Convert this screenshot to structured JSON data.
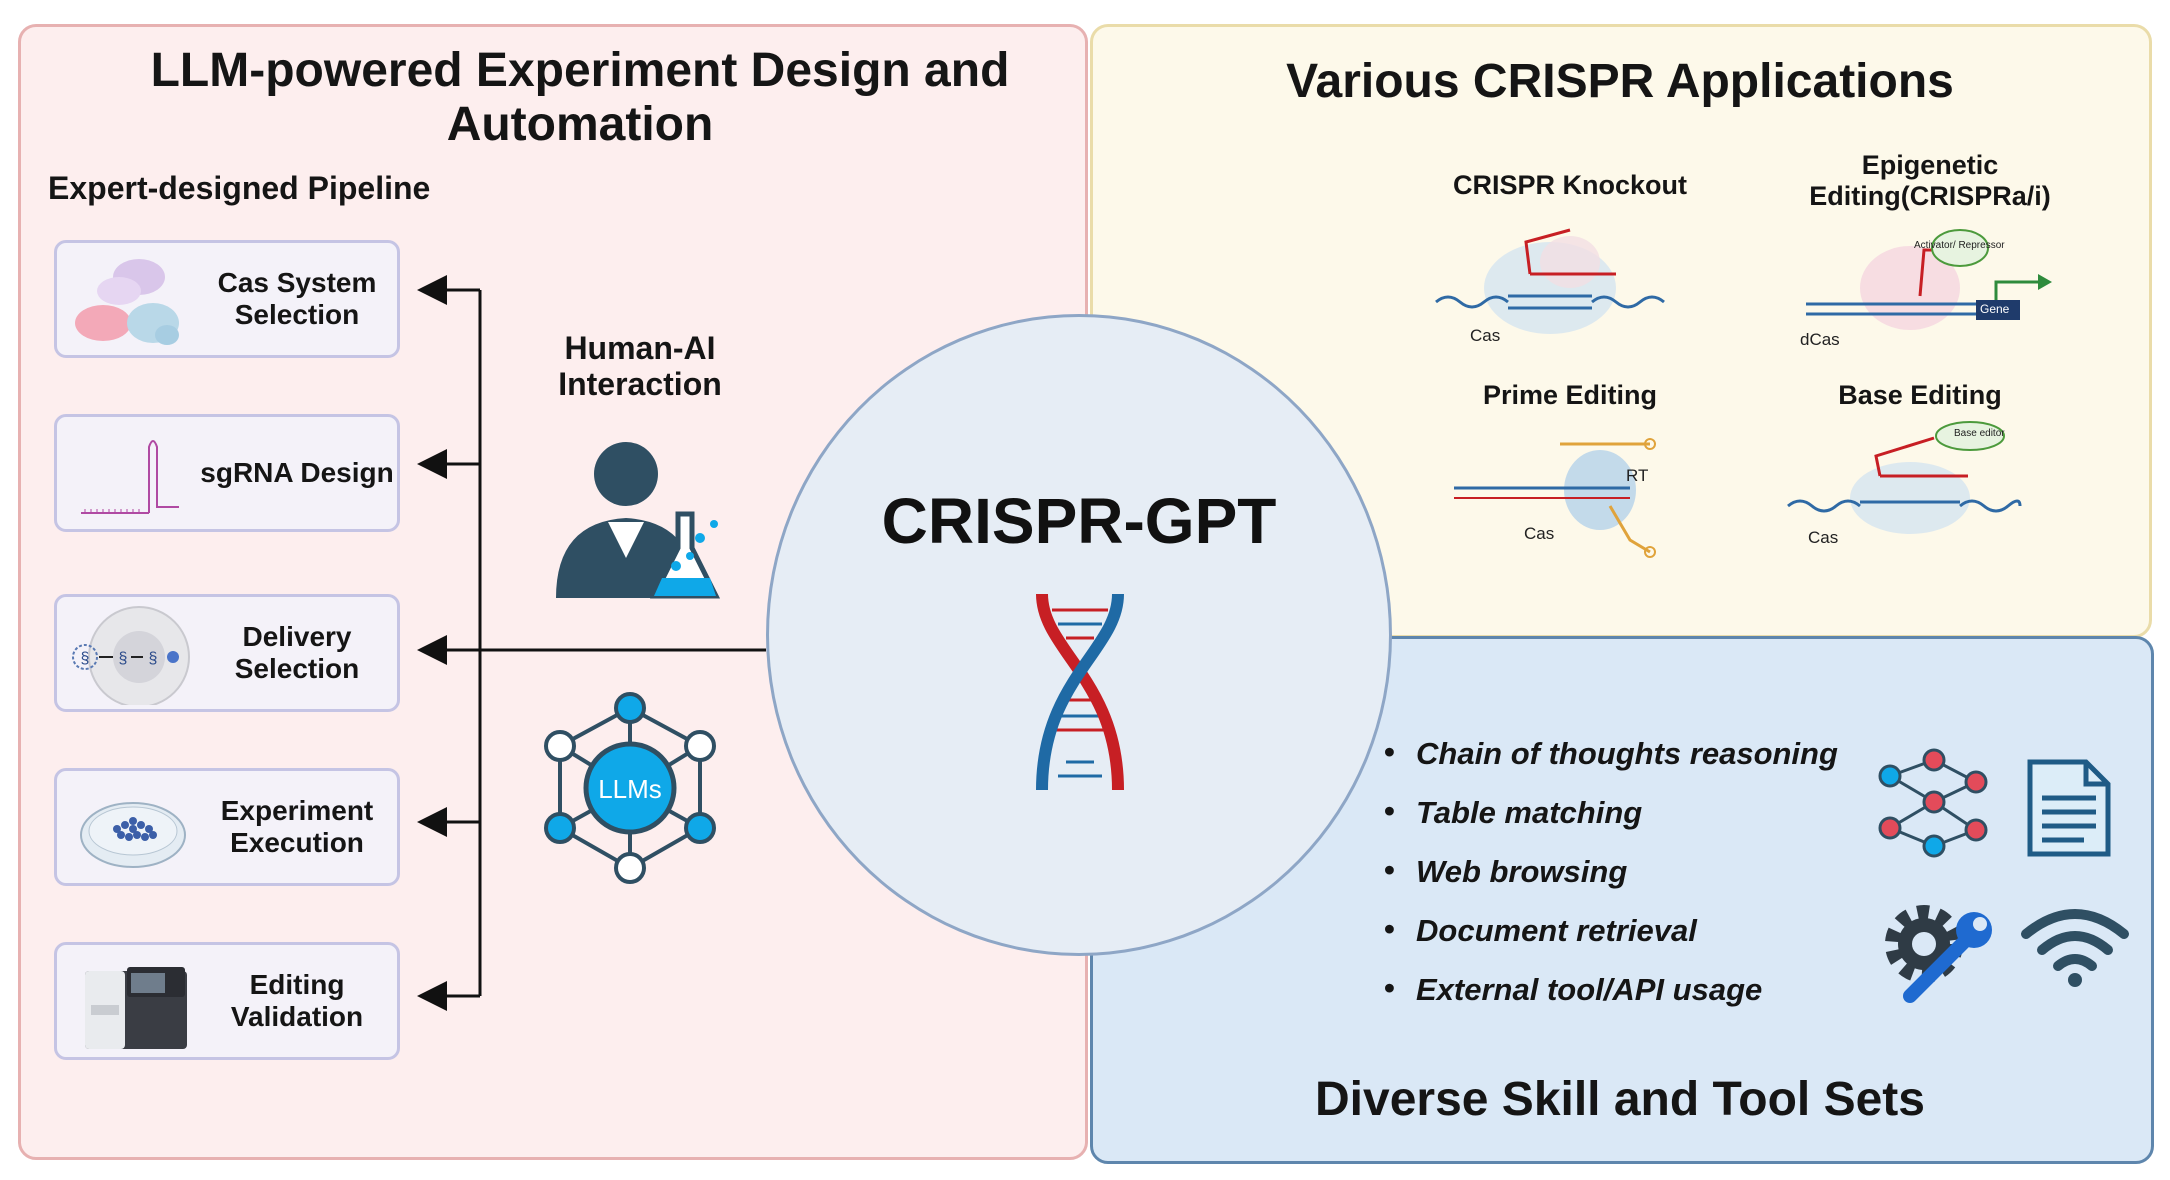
{
  "left_panel": {
    "title": "LLM-powered Experiment Design and Automation",
    "pipeline_title": "Expert-designed Pipeline",
    "cards": [
      {
        "label": "Cas System Selection"
      },
      {
        "label": "sgRNA Design"
      },
      {
        "label": "Delivery Selection"
      },
      {
        "label": "Experiment Execution"
      },
      {
        "label": "Editing Validation"
      }
    ],
    "human_ai_label": "Human-AI Interaction",
    "llm_label": "LLMs"
  },
  "center": {
    "title": "CRISPR-GPT"
  },
  "apps_panel": {
    "title": "Various CRISPR Applications",
    "apps": [
      {
        "label": "CRISPR Knockout",
        "sublabel": "Cas"
      },
      {
        "label": "Epigenetic Editing(CRISPRa/i)",
        "sublabel": "dCas",
        "tag": "Activator/ Repressor",
        "gene": "Gene"
      },
      {
        "label": "Prime Editing",
        "sublabel": "Cas",
        "rt": "RT"
      },
      {
        "label": "Base Editing",
        "sublabel": "Cas",
        "tag": "Base editor"
      }
    ]
  },
  "skills_panel": {
    "title": "Diverse Skill and Tool Sets",
    "items": [
      "Chain of thoughts reasoning",
      "Table matching",
      "Web browsing",
      "Document retrieval",
      "External tool/API usage"
    ]
  },
  "colors": {
    "left_bg": "#fdeeee",
    "apps_bg": "#fdf9ea",
    "skills_bg": "#dae8f6",
    "accent_blue": "#0fa8e8",
    "dark_slate": "#2f4f63",
    "dna_red": "#c71f24",
    "dna_blue": "#1f6aa5"
  }
}
